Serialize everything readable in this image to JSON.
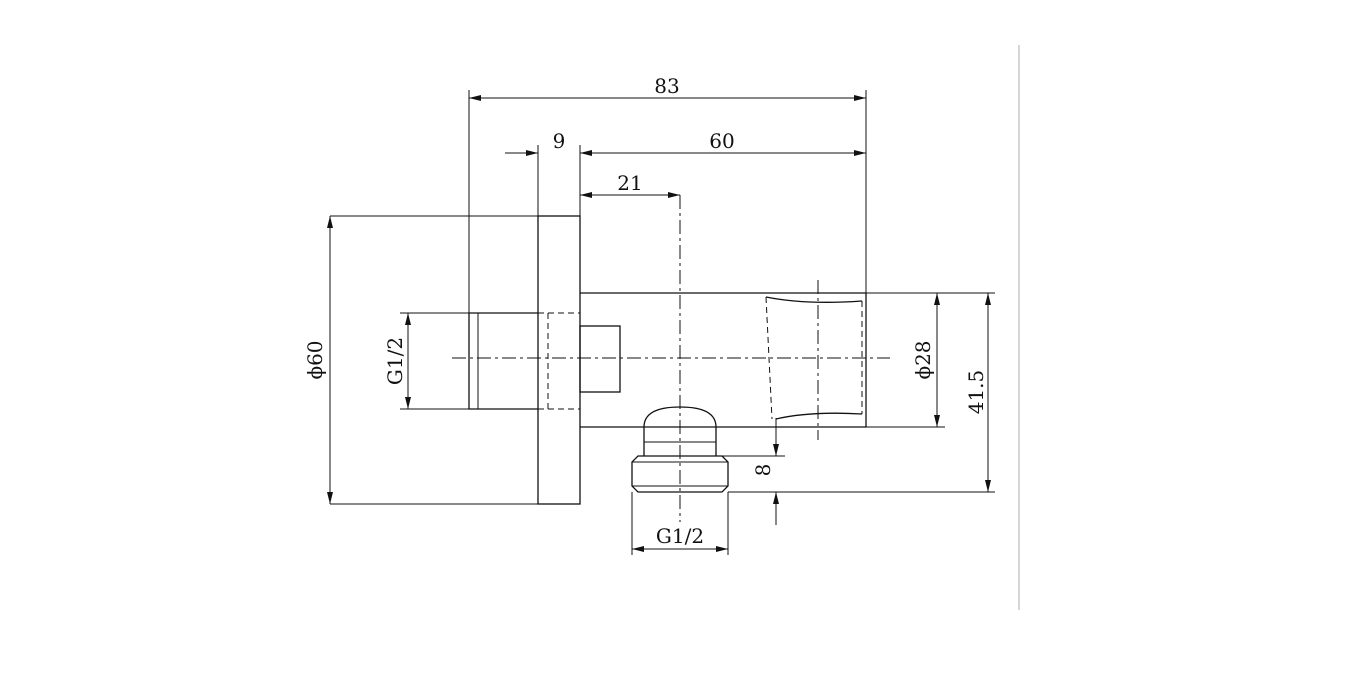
{
  "dimensions": {
    "overall_length": "83",
    "plate_thickness": "9",
    "body_length": "60",
    "outlet_offset": "21",
    "plate_diameter": "ϕ60",
    "inlet_thread": "G1/2",
    "holder_diameter": "ϕ28",
    "total_height": "41.5",
    "outlet_height": "8",
    "outlet_thread": "G1/2"
  }
}
